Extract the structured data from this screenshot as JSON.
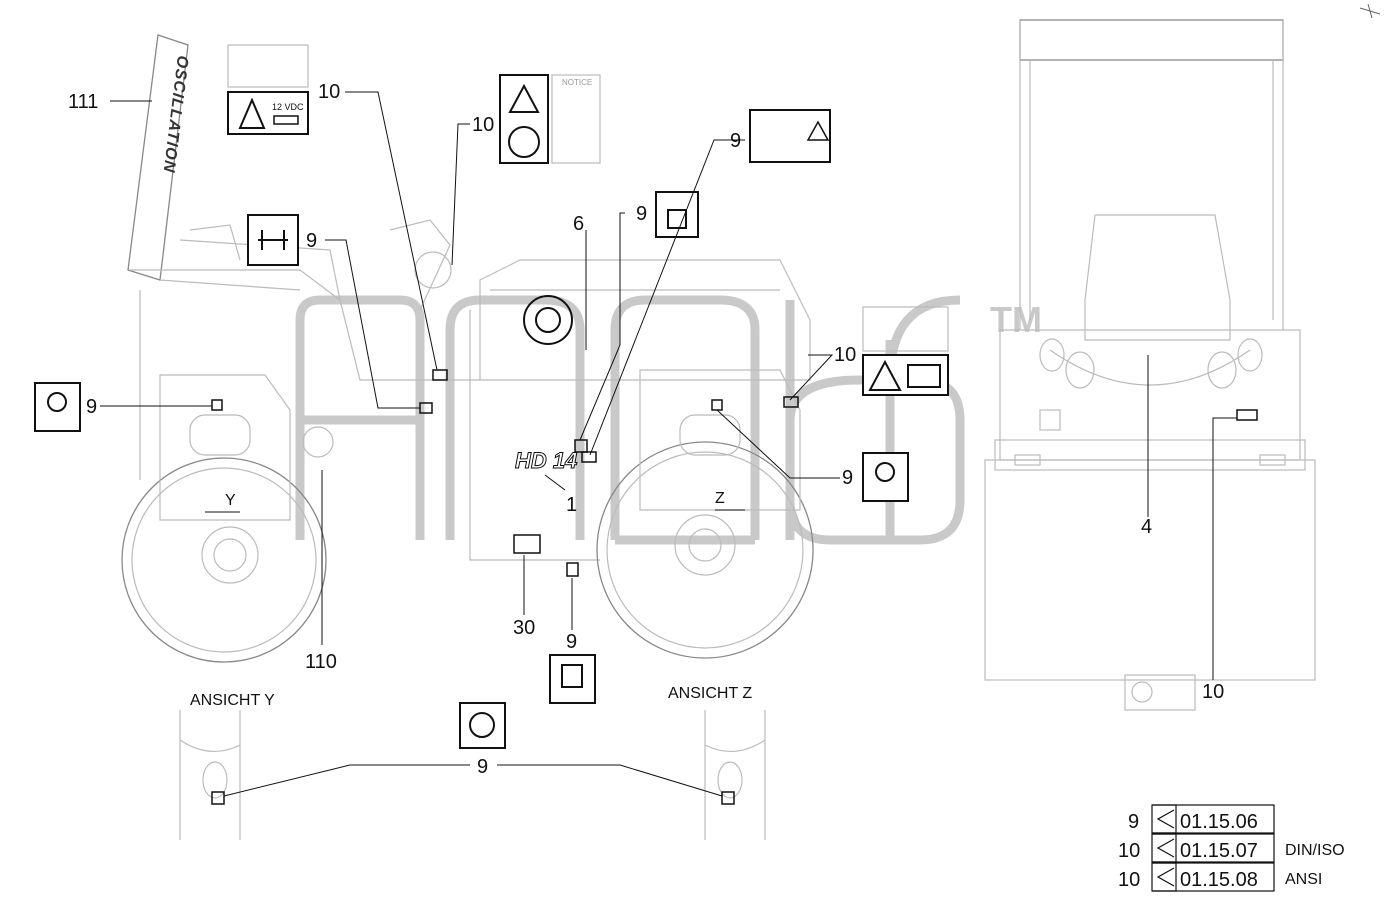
{
  "labels": {
    "l111": "111",
    "l10a": "10",
    "l10b": "10",
    "l9a": "9",
    "l9b": "9",
    "l9c": "9",
    "l6": "6",
    "l10c": "10",
    "l9d": "9",
    "l9e": "9",
    "l1": "1",
    "l4": "4",
    "l110": "110",
    "l30": "30",
    "l9f": "9",
    "l10d": "10",
    "l9g": "9"
  },
  "decal_text": {
    "oscillation": "OSCILLATION",
    "model": "HD 14",
    "voltage": "12 VDC",
    "notice": "NOTICE",
    "tm": "TM"
  },
  "views": {
    "view_y_title": "ANSICHT Y",
    "view_z_title": "ANSICHT Z",
    "marker_y": "Y",
    "marker_z": "Z"
  },
  "legend": [
    {
      "num": "9",
      "code": "01.15.06",
      "note": ""
    },
    {
      "num": "10",
      "code": "01.15.07",
      "note": "DIN/ISO"
    },
    {
      "num": "10",
      "code": "01.15.08",
      "note": "ANSI"
    }
  ]
}
